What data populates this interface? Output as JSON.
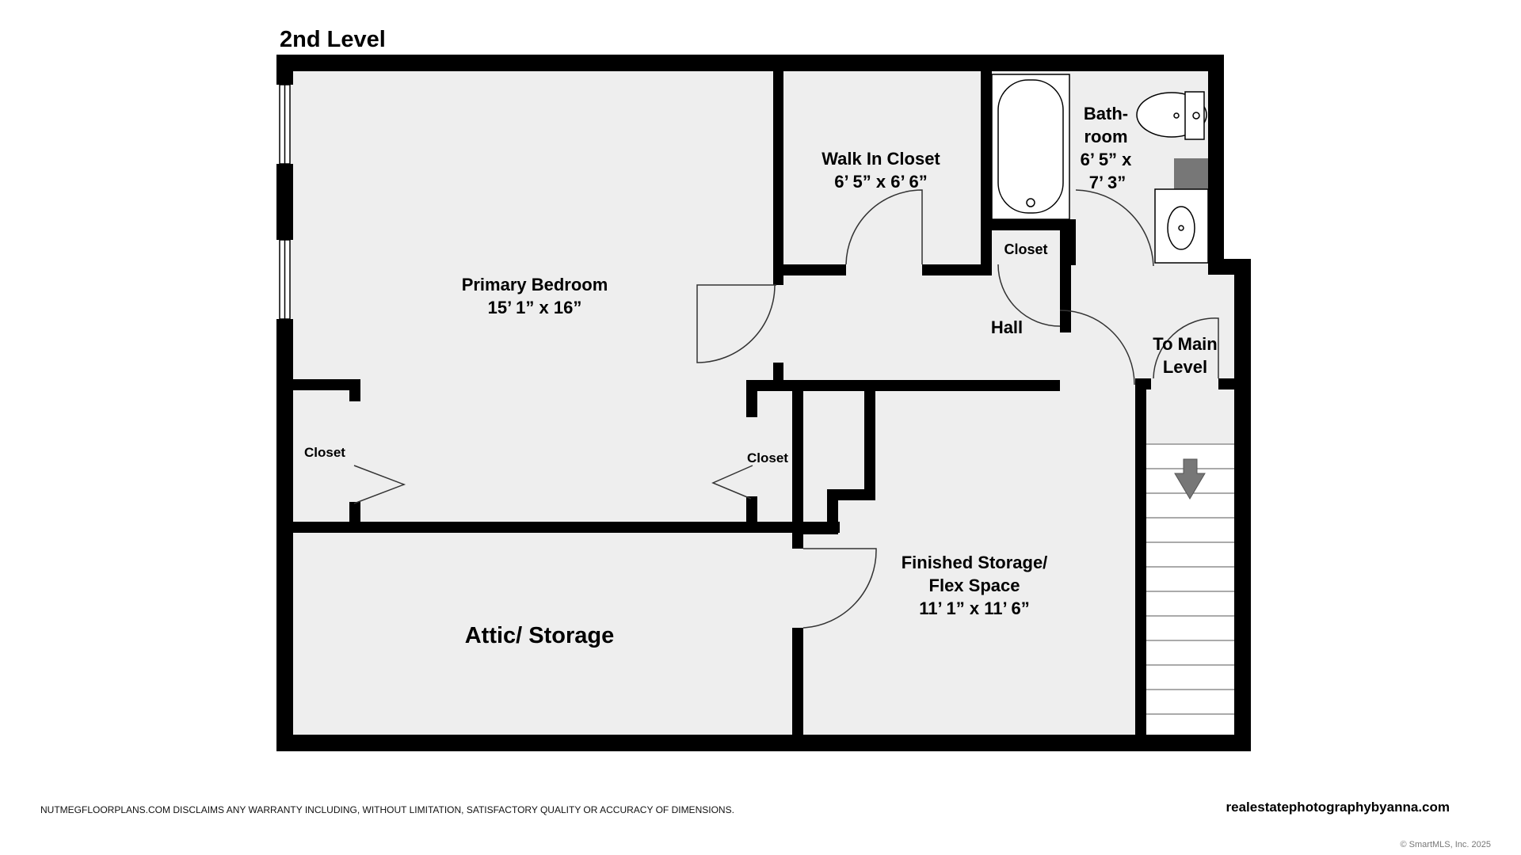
{
  "title": "2nd Level",
  "rooms": {
    "primary_bedroom": {
      "name": "Primary Bedroom",
      "dims": "15’ 1” x 16”"
    },
    "walk_in_closet": {
      "name": "Walk In Closet",
      "dims": "6’ 5” x 6’ 6”"
    },
    "bathroom": {
      "name_line1": "Bath-",
      "name_line2": "room",
      "dims_line1": "6’ 5” x",
      "dims_line2": "7’ 3”"
    },
    "hall_closet": {
      "name": "Closet"
    },
    "hall": {
      "name": "Hall"
    },
    "to_main_level": {
      "line1": "To Main",
      "line2": "Level"
    },
    "closet_left": {
      "name": "Closet"
    },
    "closet_right": {
      "name": "Closet"
    },
    "finished_storage": {
      "line1": "Finished Storage/",
      "line2": "Flex Space",
      "dims": "11’ 1” x 11’ 6”"
    },
    "attic": {
      "name": "Attic/ Storage"
    }
  },
  "footer": {
    "disclaimer": "NUTMEGFLOORPLANS.COM DISCLAIMS ANY WARRANTY INCLUDING, WITHOUT LIMITATION, SATISFACTORY QUALITY OR ACCURACY OF DIMENSIONS.",
    "website": "realestatephotographybyanna.com",
    "copyright": "© SmartMLS, Inc.  2025"
  },
  "colors": {
    "wall": "#000000",
    "floor": "#eeeeee",
    "fixture": "#ffffff",
    "arrow": "#777777"
  }
}
